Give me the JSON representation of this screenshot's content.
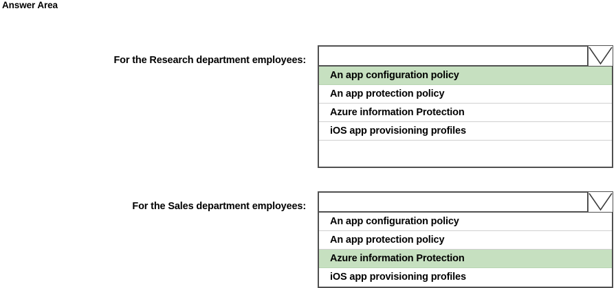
{
  "page": {
    "title": "Answer Area",
    "background_color": "#ffffff",
    "border_color": "#4f4f4f",
    "row_separator_color": "#cfcfcf",
    "highlight_color": "#c6e0c0"
  },
  "questions": [
    {
      "id": "research",
      "label": "For the Research department employees:",
      "dropdown": {
        "selected_value": "",
        "arrow_icon": "chevron-down-icon",
        "expanded": true,
        "options": [
          "An app configuration policy",
          "An app protection policy",
          "Azure information Protection",
          "iOS app provisioning profiles"
        ],
        "highlighted_option": "An app configuration policy",
        "highlighted_index": 0
      }
    },
    {
      "id": "sales",
      "label": "For the Sales department employees:",
      "dropdown": {
        "selected_value": "",
        "arrow_icon": "chevron-down-icon",
        "expanded": true,
        "options": [
          "An app configuration policy",
          "An app protection policy",
          "Azure information Protection",
          "iOS app provisioning profiles"
        ],
        "highlighted_option": "Azure information Protection",
        "highlighted_index": 2
      }
    }
  ]
}
